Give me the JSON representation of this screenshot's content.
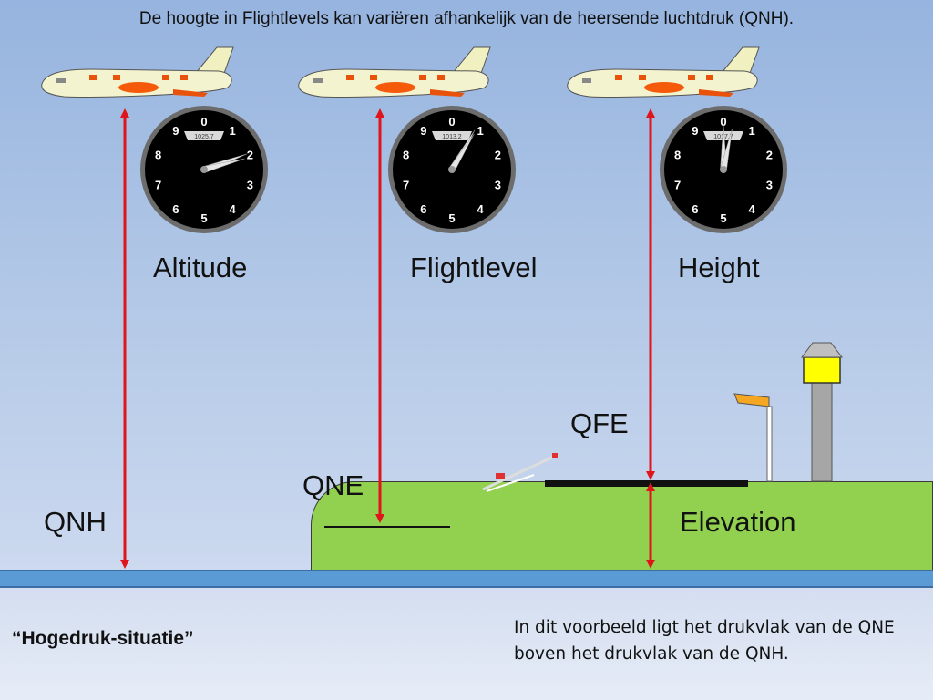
{
  "heading": "De hoogte in Flightlevels kan variëren afhankelijk van de heersende luchtdruk (QNH).",
  "labels": {
    "altitude": "Altitude",
    "flightlevel": "Flightlevel",
    "height": "Height",
    "qnh": "QNH",
    "qne": "QNE",
    "qfe": "QFE",
    "elevation": "Elevation"
  },
  "altimeters": [
    {
      "setting": "1025.7",
      "needles": [
        "long-hand",
        "short-hand"
      ]
    },
    {
      "setting": "1013.2",
      "needles": [
        "long-hand",
        "short-hand"
      ]
    },
    {
      "setting": "1017.7",
      "needles": [
        "long-hand",
        "short-hand"
      ]
    }
  ],
  "dial_numbers": [
    "0",
    "1",
    "2",
    "3",
    "4",
    "5",
    "6",
    "7",
    "8",
    "9"
  ],
  "situation_label": "“Hogedruk-situatie”",
  "note": "In dit voorbeeld ligt het drukvlak van de QNE boven het drukvlak van de QNH.",
  "colors": {
    "sky": "#96b4df",
    "ground": "#92d050",
    "water": "#5b9bd5",
    "arrow": "#e0141b",
    "tower_light": "#ffff00",
    "windsock": "#f5a623"
  }
}
